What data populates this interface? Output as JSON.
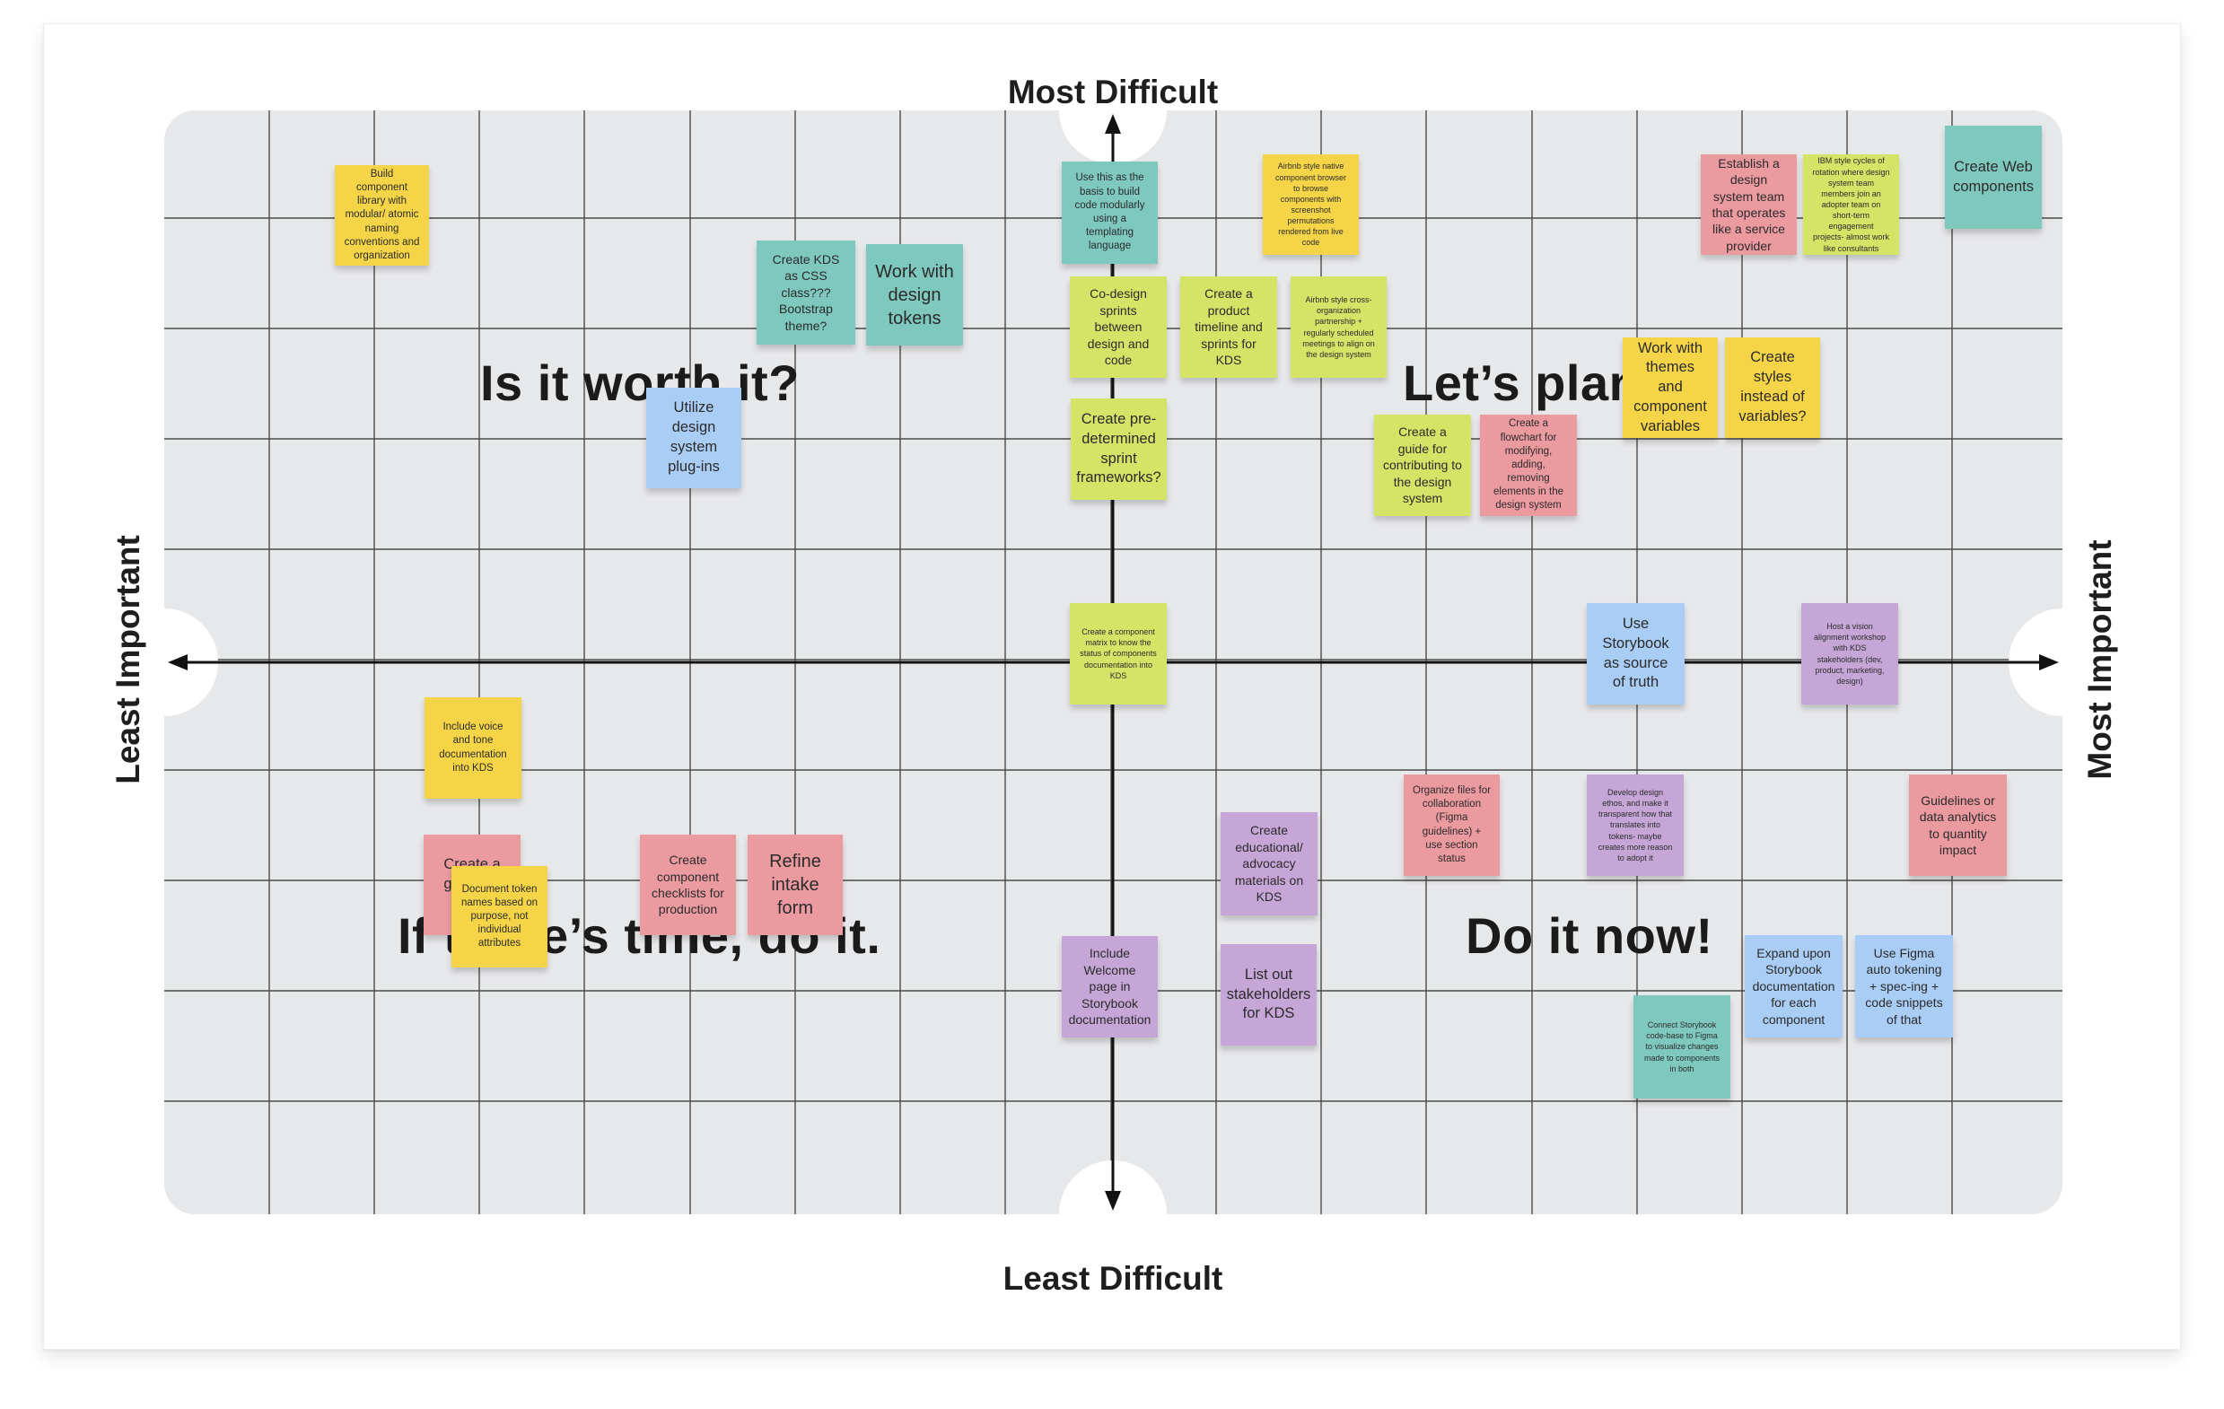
{
  "axes": {
    "top": "Most Difficult",
    "bottom": "Least Difficult",
    "left": "Least Important",
    "right": "Most Important"
  },
  "quadrants": {
    "top_left": "Is it worth it?",
    "top_right": "Let’s plan",
    "bottom_left": "If there’s time, do it.",
    "bottom_right": "Do it now!"
  },
  "colors": {
    "yellow": "#f5d547",
    "teal": "#7ec8bd",
    "lime": "#d3e467",
    "pink": "#eb9aa0",
    "purple": "#c6a5d7",
    "blue": "#a9cdf4",
    "board": "#e7e8ea",
    "grid": "#4a4a4a"
  },
  "stickies": [
    {
      "id": "build-component-library",
      "text": "Build component library with modular/ atomic naming conventions and organization",
      "color": "yellow"
    },
    {
      "id": "create-kds-css-class",
      "text": "Create KDS as CSS class??? Bootstrap theme?",
      "color": "teal"
    },
    {
      "id": "work-with-design-tokens",
      "text": "Work with design tokens",
      "color": "teal"
    },
    {
      "id": "utilize-design-system-plugins",
      "text": "Utilize design system plug-ins",
      "color": "blue"
    },
    {
      "id": "use-as-basis-for-code",
      "text": "Use this as the basis to build code modularly using a templating language",
      "color": "teal"
    },
    {
      "id": "airbnb-component-browser",
      "text": "Airbnb style native component browser to browse components with screenshot permutations rendered from live code",
      "color": "yellow"
    },
    {
      "id": "co-design-sprints",
      "text": "Co-design sprints between design and code",
      "color": "lime"
    },
    {
      "id": "product-timeline",
      "text": "Create a product timeline and sprints for KDS",
      "color": "lime"
    },
    {
      "id": "airbnb-cross-org-partnership",
      "text": "Airbnb style cross-organization partnership + regularly scheduled meetings to align on the design system",
      "color": "lime"
    },
    {
      "id": "predetermined-sprint-frameworks",
      "text": "Create pre-determined sprint frameworks?",
      "color": "lime"
    },
    {
      "id": "establish-design-system-team",
      "text": "Establish a design system team that operates like a service provider",
      "color": "pink"
    },
    {
      "id": "ibm-rotation-cycles",
      "text": "IBM style cycles of rotation where design system team members join an adopter team on short-term engagement projects- almost work like consultants",
      "color": "lime"
    },
    {
      "id": "create-web-components",
      "text": "Create Web components",
      "color": "teal"
    },
    {
      "id": "themes-component-variables",
      "text": "Work with themes and component variables",
      "color": "yellow"
    },
    {
      "id": "styles-instead-of-variables",
      "text": "Create styles instead of variables?",
      "color": "yellow"
    },
    {
      "id": "contributing-guide",
      "text": "Create a guide for contributing to the design system",
      "color": "lime"
    },
    {
      "id": "flowchart-modifying",
      "text": "Create a flowchart for modifying, adding, removing elements in the design system",
      "color": "pink"
    },
    {
      "id": "component-matrix",
      "text": "Create a component matrix to know the status of components documentation into KDS",
      "color": "lime"
    },
    {
      "id": "storybook-source-of-truth",
      "text": "Use Storybook as source of truth",
      "color": "blue"
    },
    {
      "id": "vision-alignment-workshop",
      "text": "Host a vision alignment workshop with KDS stakeholders (dev, product, marketing, design)",
      "color": "purple"
    },
    {
      "id": "voice-tone-docs",
      "text": "Include voice and tone documentation into KDS",
      "color": "yellow"
    },
    {
      "id": "create-a-guide-partial",
      "text": "Create a gui... n... con...",
      "color": "pink"
    },
    {
      "id": "document-token-names",
      "text": "Document token names based on purpose, not individual attributes",
      "color": "yellow"
    },
    {
      "id": "component-checklists",
      "text": "Create component checklists for production",
      "color": "pink"
    },
    {
      "id": "refine-intake-form",
      "text": "Refine intake form",
      "color": "pink"
    },
    {
      "id": "organize-figma-files",
      "text": "Organize files for collaboration (Figma guidelines) + use section status",
      "color": "pink"
    },
    {
      "id": "design-ethos",
      "text": "Develop design ethos, and make it transparent how that translates into tokens- maybe creates more reason to adopt it",
      "color": "purple"
    },
    {
      "id": "guidelines-data-analytics",
      "text": "Guidelines or data analytics to quantity impact",
      "color": "pink"
    },
    {
      "id": "educational-materials",
      "text": "Create educational/ advocacy materials on KDS",
      "color": "purple"
    },
    {
      "id": "welcome-page-storybook",
      "text": "Include Welcome page in Storybook documentation",
      "color": "purple"
    },
    {
      "id": "list-stakeholders",
      "text": "List out stakeholders for KDS",
      "color": "purple"
    },
    {
      "id": "expand-storybook-docs",
      "text": "Expand upon Storybook documentation for each component",
      "color": "blue"
    },
    {
      "id": "figma-auto-tokening",
      "text": "Use Figma auto tokening + spec-ing + code snippets of that",
      "color": "blue"
    },
    {
      "id": "connect-storybook-figma",
      "text": "Connect Storybook code-base to Figma to visualize changes made to components in both",
      "color": "teal"
    }
  ]
}
